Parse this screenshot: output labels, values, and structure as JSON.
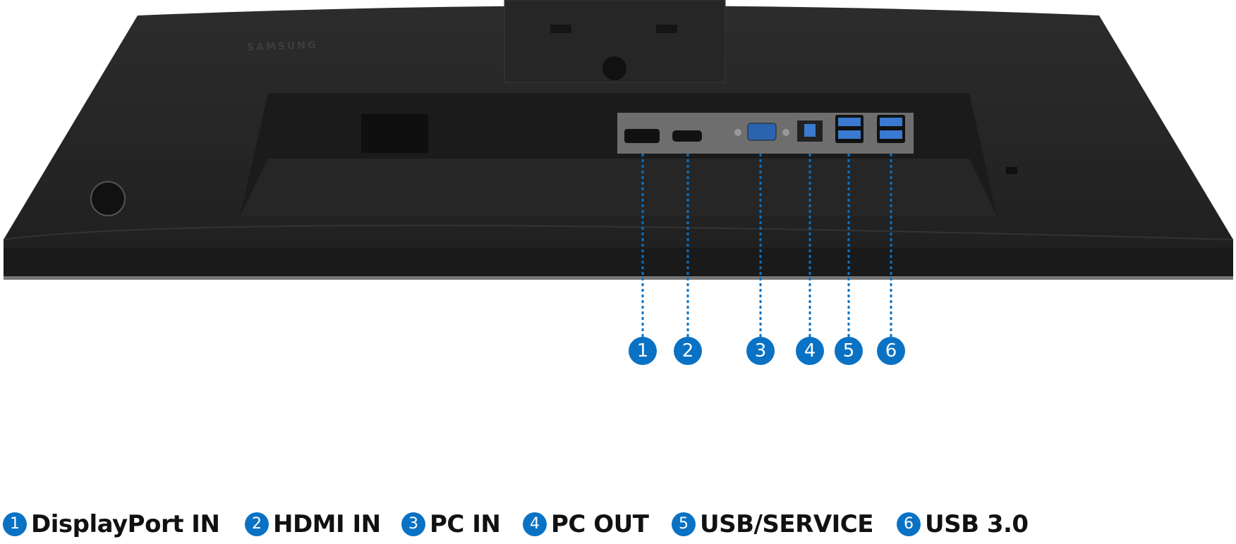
{
  "brand": "SAMSUNG",
  "accent_color": "#0a72c4",
  "ports": [
    {
      "number": "1",
      "label": "DisplayPort IN"
    },
    {
      "number": "2",
      "label": "HDMI IN"
    },
    {
      "number": "3",
      "label": "PC IN"
    },
    {
      "number": "4",
      "label": "PC OUT"
    },
    {
      "number": "5",
      "label": "USB/SERVICE"
    },
    {
      "number": "6",
      "label": "USB 3.0"
    }
  ]
}
